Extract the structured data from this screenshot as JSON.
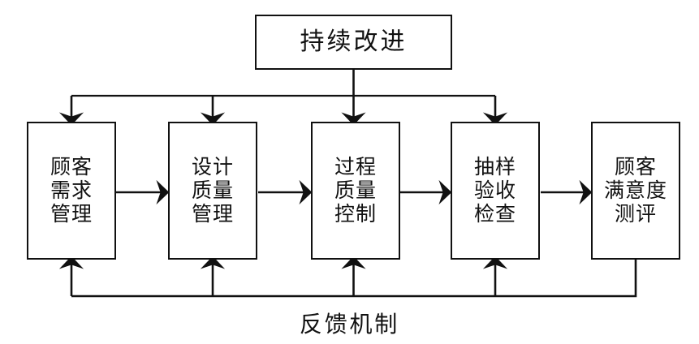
{
  "diagram": {
    "title_node": {
      "id": "continuous-improvement",
      "label": "持续改进"
    },
    "process_nodes": [
      {
        "id": "customer-requirements-management",
        "label": "顾客\n需求\n管理"
      },
      {
        "id": "design-quality-management",
        "label": "设计\n质量\n管理"
      },
      {
        "id": "process-quality-control",
        "label": "过程\n质量\n控制"
      },
      {
        "id": "sampling-acceptance-inspection",
        "label": "抽样\n验收\n检查"
      },
      {
        "id": "customer-satisfaction-evaluation",
        "label": "顾客\n满意度\n测评"
      }
    ],
    "feedback_caption": "反馈机制",
    "colors": {
      "stroke": "#111111",
      "background": "#ffffff",
      "text": "#111111"
    }
  }
}
